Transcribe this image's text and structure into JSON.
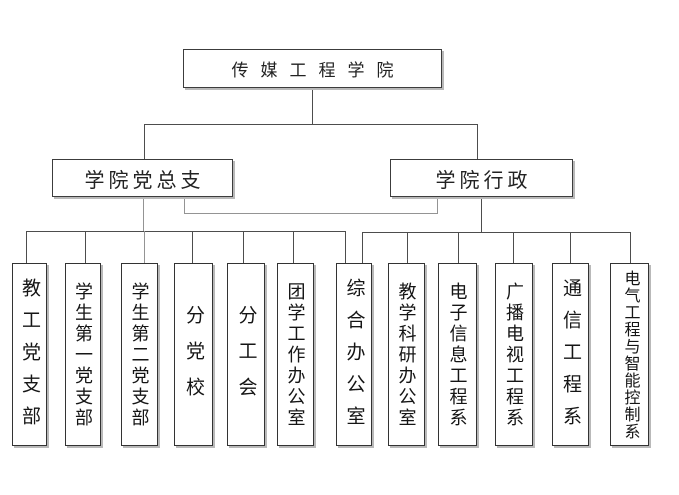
{
  "org": {
    "root": {
      "label": "传媒工程学院"
    },
    "branches": [
      {
        "id": "party",
        "label": "学院党总支"
      },
      {
        "id": "admin",
        "label": "学院行政"
      }
    ],
    "children": [
      {
        "label": "教工党支部",
        "parent": "party"
      },
      {
        "label": "学生第一党支部",
        "parent": "party"
      },
      {
        "label": "学生第二党支部",
        "parent": "party"
      },
      {
        "label": "分党校",
        "parent": "party"
      },
      {
        "label": "分工会",
        "parent": "party"
      },
      {
        "label": "团学工作办公室",
        "parent": "party"
      },
      {
        "label": "综合办公室",
        "parent": "party,admin"
      },
      {
        "label": "教学科研办公室",
        "parent": "admin"
      },
      {
        "label": "电子信息工程系",
        "parent": "admin"
      },
      {
        "label": "广播电视工程系",
        "parent": "admin"
      },
      {
        "label": "通信工程系",
        "parent": "admin"
      },
      {
        "label": "电气工程与智能控制系",
        "parent": "admin"
      }
    ],
    "colors": {
      "background": "#ffffff",
      "line": "#4d4d4d",
      "soft_line": "#949494",
      "box_border": "#3c3c3c",
      "box_shadow": "#b9b9b9",
      "text": "#1c1c1c"
    }
  }
}
